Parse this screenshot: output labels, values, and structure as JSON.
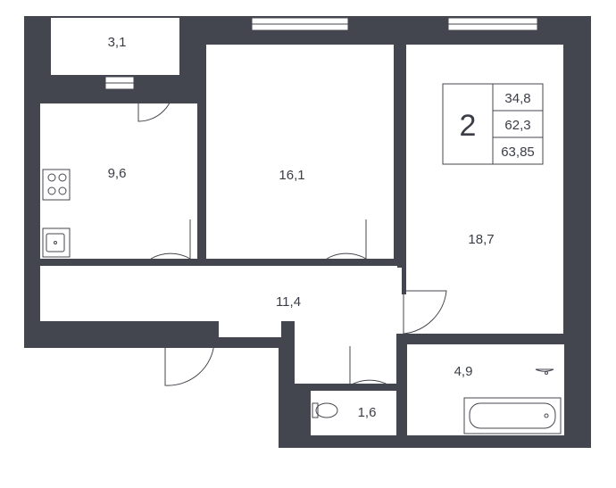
{
  "colors": {
    "wall": "#44464f",
    "line": "#44464f",
    "floor": "#ffffff"
  },
  "info": {
    "room_count": "2",
    "living_area": "34,8",
    "total_area": "62,3",
    "total_area_with_balcony": "63,85"
  },
  "rooms": {
    "balcony": "3,1",
    "kitchen": "9,6",
    "bedroom": "16,1",
    "living": "18,7",
    "hall": "11,4",
    "toilet": "1,6",
    "bathroom": "4,9"
  },
  "icons": [
    "stove-icon",
    "sink-icon",
    "toilet-icon",
    "washbasin-icon",
    "bathtub-icon"
  ]
}
